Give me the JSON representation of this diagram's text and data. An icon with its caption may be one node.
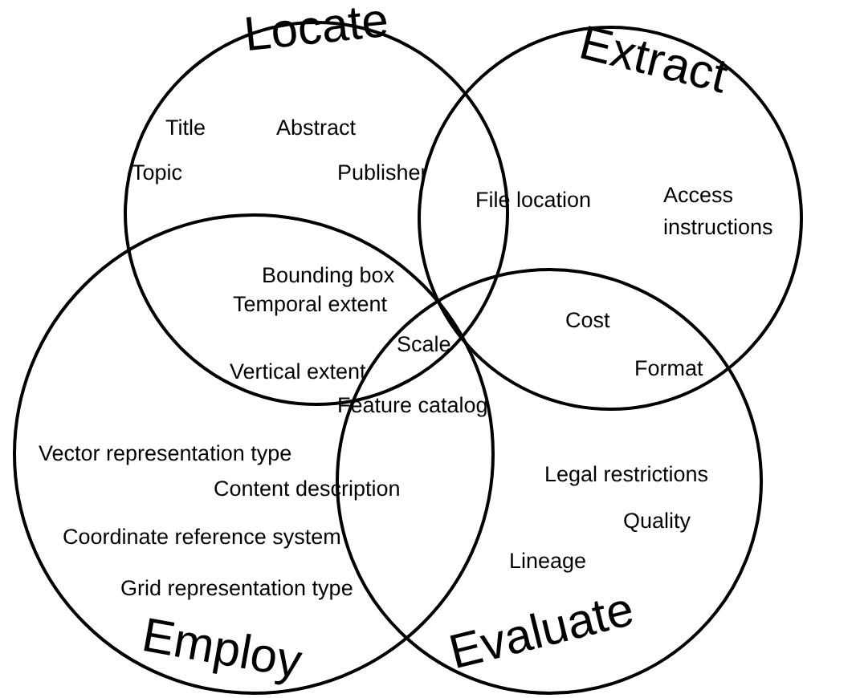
{
  "diagram": {
    "nodes": [
      {
        "text": [
          "Locate"
        ]
      },
      {
        "text": [
          "Extract"
        ]
      },
      {
        "text": [
          "Employ"
        ]
      },
      {
        "text": [
          "Evaluate"
        ]
      }
    ],
    "labels": [
      "Title",
      "Abstract",
      "Topic",
      "Publisher",
      "File location",
      "Access instructions",
      "Bounding box",
      "Temporal extent",
      "Scale",
      "Vertical extent",
      "Cost",
      "Format",
      "Feature catalog",
      "Vector representation type",
      "Legal restrictions",
      "Content description",
      "Quality",
      "Coordinate reference system",
      "Lineage",
      "Grid representation type"
    ]
  }
}
